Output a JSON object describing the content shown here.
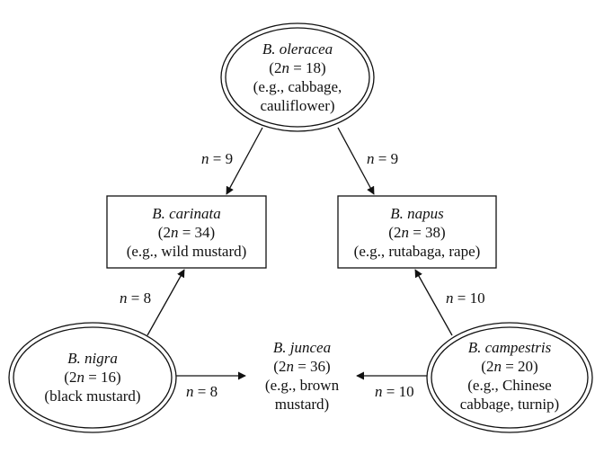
{
  "nodes": {
    "oleracea": {
      "name": "B. oleracea",
      "chromosomes": "18",
      "example_lines": [
        "(e.g., cabbage,",
        "cauliflower)"
      ]
    },
    "carinata": {
      "name": "B. carinata",
      "chromosomes": "34",
      "example_lines": [
        "(e.g., wild mustard)"
      ]
    },
    "napus": {
      "name": "B. napus",
      "chromosomes": "38",
      "example_lines": [
        "(e.g., rutabaga, rape)"
      ]
    },
    "nigra": {
      "name": "B. nigra",
      "chromosomes": "16",
      "example_lines": [
        "(black mustard)"
      ]
    },
    "juncea": {
      "name": "B. juncea",
      "chromosomes": "36",
      "example_lines": [
        "(e.g., brown",
        "mustard)"
      ]
    },
    "campestris": {
      "name": "B. campestris",
      "chromosomes": "20",
      "example_lines": [
        "(e.g., Chinese",
        "cabbage, turnip)"
      ]
    }
  },
  "edges": {
    "oleracea_to_carinata": "9",
    "oleracea_to_napus": "9",
    "nigra_to_carinata": "8",
    "nigra_to_juncea": "8",
    "campestris_to_napus": "10",
    "campestris_to_juncea": "10"
  },
  "labels": {
    "diploid_prefix": "(2",
    "diploid_var": "n",
    "diploid_eq": " = ",
    "diploid_suffix": ")",
    "edge_var": "n",
    "edge_eq": " = "
  }
}
